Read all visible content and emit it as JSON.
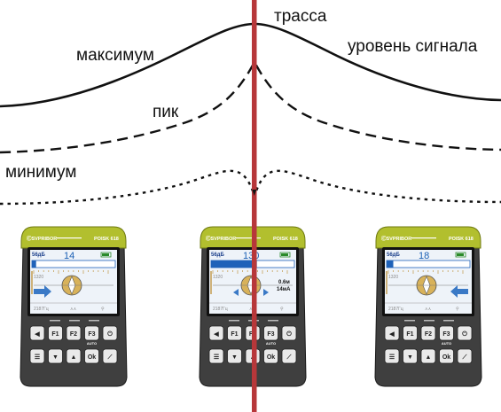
{
  "labels": {
    "route": "трасса",
    "signal_level": "уровень сигнала",
    "maximum": "максимум",
    "peak": "пик",
    "minimum": "минимум"
  },
  "curves": [
    {
      "name": "максимум",
      "style": "solid"
    },
    {
      "name": "пик",
      "style": "dashed"
    },
    {
      "name": "минимум",
      "style": "dotted"
    }
  ],
  "devices": [
    {
      "brand": "ⒸSVPRIBOR",
      "model": "POISK 618",
      "signal_db": "56дБ",
      "signal_value": "14",
      "frequency_left": "1320",
      "freq_button": "2187Гц",
      "depth": "",
      "current": ""
    },
    {
      "brand": "ⒸSVPRIBOR",
      "model": "POISK 618",
      "signal_db": "56дБ",
      "signal_value": "130",
      "frequency_left": "1320",
      "freq_button": "2187Гц",
      "depth": "0.6м",
      "current": "14мА"
    },
    {
      "brand": "ⒸSVPRIBOR",
      "model": "POISK 618",
      "signal_db": "56дБ",
      "signal_value": "18",
      "frequency_left": "1320",
      "freq_button": "2187Гц",
      "depth": "",
      "current": ""
    }
  ],
  "keys": {
    "row1": [
      "◀",
      "F1",
      "F2",
      "F3",
      "⏻"
    ],
    "row2": [
      "☰",
      "▼",
      "▲",
      "Ok",
      "⟋"
    ],
    "auto": "AUTO"
  },
  "colors": {
    "route_line": "#b7373a",
    "device_top": "#b2bf2e",
    "device_body": "#3f3f3f",
    "screen_bg": "#eef3f9",
    "bar": "#1f62b9",
    "arrow": "#3a79c6",
    "compass": "#d8b25a"
  }
}
